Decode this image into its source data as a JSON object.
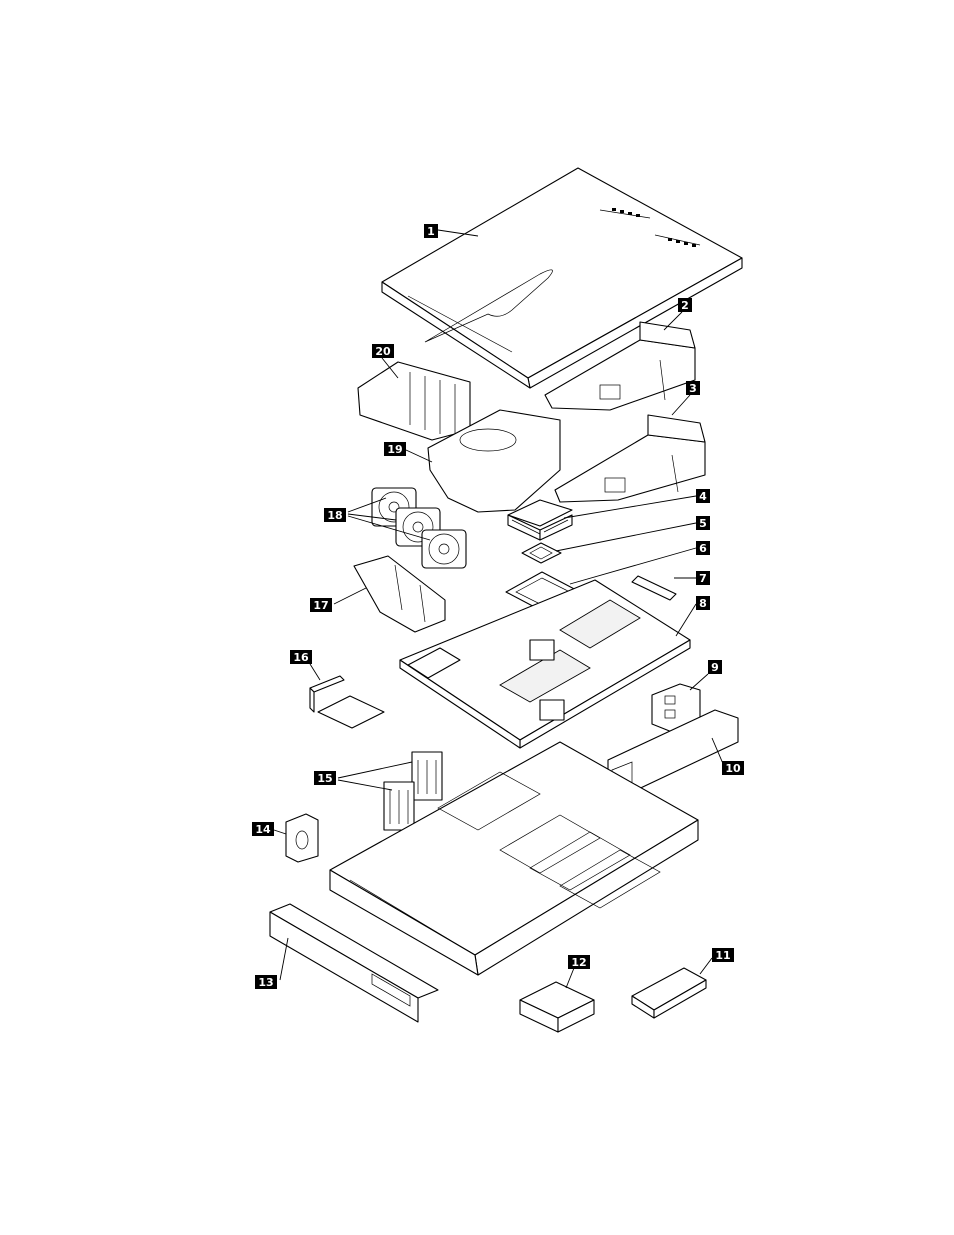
{
  "diagram": {
    "callouts": [
      {
        "id": "1"
      },
      {
        "id": "2"
      },
      {
        "id": "3"
      },
      {
        "id": "4"
      },
      {
        "id": "5"
      },
      {
        "id": "6"
      },
      {
        "id": "7"
      },
      {
        "id": "8"
      },
      {
        "id": "9"
      },
      {
        "id": "10"
      },
      {
        "id": "11"
      },
      {
        "id": "12"
      },
      {
        "id": "13"
      },
      {
        "id": "14"
      },
      {
        "id": "15"
      },
      {
        "id": "16"
      },
      {
        "id": "17"
      },
      {
        "id": "18"
      },
      {
        "id": "19"
      },
      {
        "id": "20"
      }
    ]
  }
}
